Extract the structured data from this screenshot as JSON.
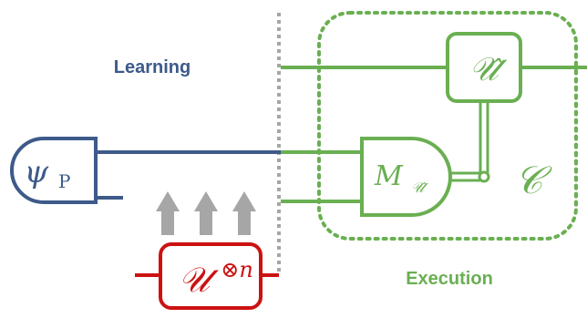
{
  "labels": {
    "learning": "Learning",
    "execution": "Execution"
  },
  "symbols": {
    "psi_base": "ψ",
    "psi_sub": "P",
    "unitary_base": "𝒰",
    "unitary_sup": "⊗n",
    "estimate_gate": "𝒰̂",
    "measure_base": "M",
    "measure_sub": "𝒰̂",
    "channel": "𝒞"
  },
  "colors": {
    "learning": "#3d5a8a",
    "execution": "#6aaf52",
    "unitary": "#cc1111",
    "arrows": "#a6a6a6",
    "divider": "#a6a6a6"
  },
  "icons": {
    "arrow": "up-arrow-icon"
  }
}
